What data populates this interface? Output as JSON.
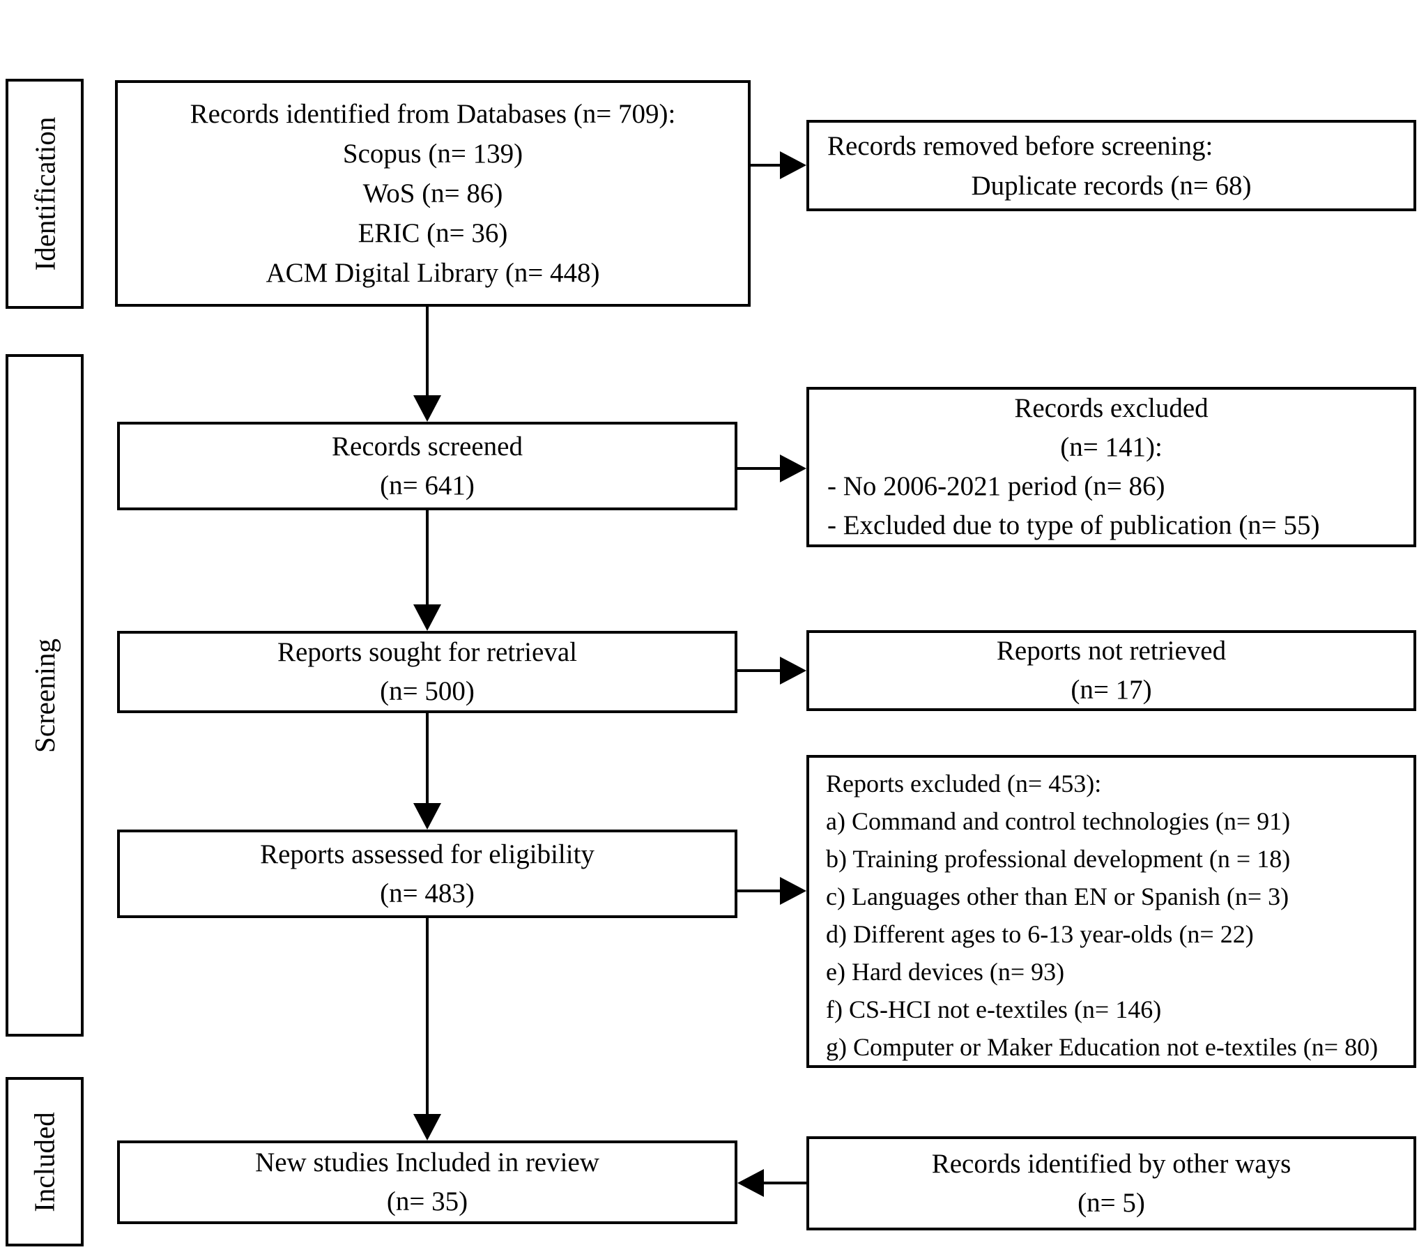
{
  "sidebar": {
    "identification_label": "Identification",
    "screening_label": "Screening",
    "included_label": "Included"
  },
  "flow": {
    "identified": {
      "title": "Records identified from Databases (n= 709):",
      "sources": [
        "Scopus (n= 139)",
        "WoS (n= 86)",
        "ERIC (n= 36)",
        "ACM Digital Library (n= 448)"
      ]
    },
    "screened": {
      "label": "Records screened",
      "count": "(n= 641)"
    },
    "sought": {
      "label": "Reports sought for retrieval",
      "count": "(n= 500)"
    },
    "assessed": {
      "label": "Reports assessed for eligibility",
      "count": "(n= 483)"
    },
    "included": {
      "label": "New studies Included in review",
      "count": "(n= 35)"
    }
  },
  "side": {
    "removed": {
      "title": "Records removed before screening:",
      "detail": "Duplicate records (n= 68)"
    },
    "records_excluded": {
      "title": "Records excluded",
      "count": "(n= 141):",
      "reasons": [
        "- No 2006-2021 period (n= 86)",
        "- Excluded due to type of publication (n= 55)"
      ]
    },
    "not_retrieved": {
      "label": "Reports not retrieved",
      "count": "(n= 17)"
    },
    "reports_excluded": {
      "title": "Reports excluded (n= 453):",
      "reasons": [
        "a) Command and control technologies (n= 91)",
        "b) Training professional development (n = 18)",
        "c) Languages other than EN or Spanish (n= 3)",
        "d) Different ages to 6-13 year-olds (n= 22)",
        "e) Hard devices (n= 93)",
        "f) CS-HCI not e-textiles (n= 146)",
        "g) Computer or Maker Education not e-textiles (n= 80)"
      ]
    },
    "other_ways": {
      "label": "Records identified by other ways",
      "count": "(n= 5)"
    }
  }
}
